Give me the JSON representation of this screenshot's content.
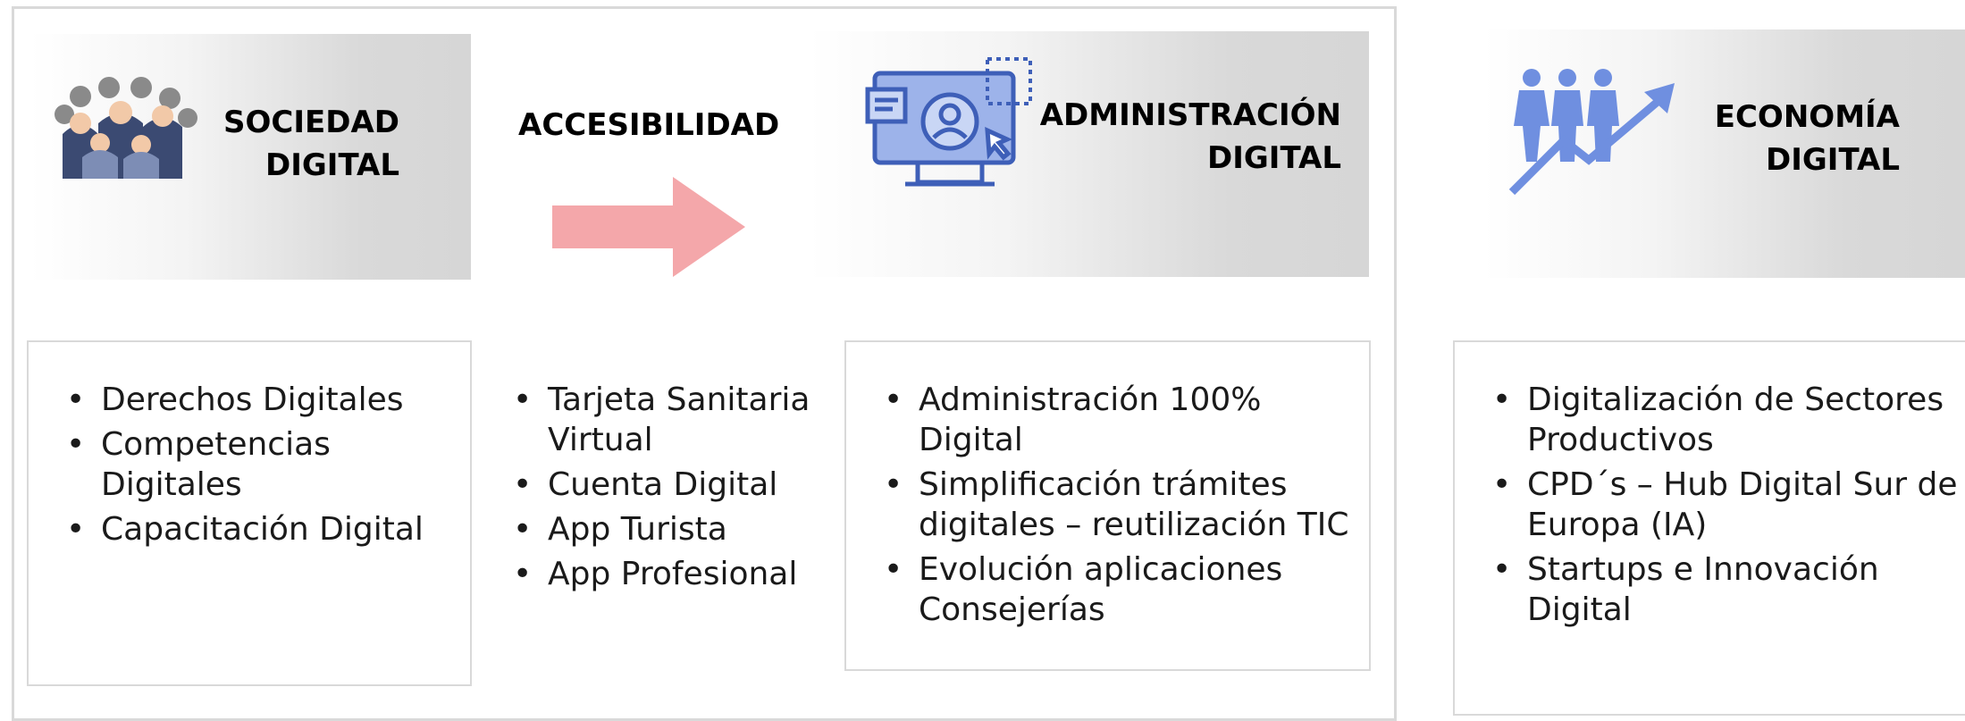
{
  "columns": [
    {
      "title_line1": "SOCIEDAD",
      "title_line2": "DIGITAL",
      "icon": "people-group-icon",
      "items": [
        "Derechos Digitales",
        "Competencias Digitales",
        "Capacitación Digital"
      ]
    },
    {
      "title_line1": "ACCESIBILIDAD",
      "icon": "arrow-right-icon",
      "items": [
        "Tarjeta Sanitaria Virtual",
        "Cuenta Digital",
        "App Turista",
        "App Profesional"
      ]
    },
    {
      "title_line1": "ADMINISTRACIÓN",
      "title_line2": "DIGITAL",
      "icon": "computer-user-icon",
      "items": [
        "Administración 100% Digital",
        "Simplificación trámites digitales – reutilización TIC",
        "Evolución aplicaciones Consejerías"
      ]
    },
    {
      "title_line1": "ECONOMÍA",
      "title_line2": "DIGITAL",
      "icon": "people-growth-icon",
      "items": [
        "Digitalización de Sectores Productivos",
        "CPD´s – Hub Digital Sur de Europa (IA)",
        "Startups e Innovación Digital"
      ]
    }
  ],
  "colors": {
    "arrow": "#f4a7aa",
    "icon_blue": "#5b7fd6",
    "band_gray": "#d9d9d9"
  }
}
